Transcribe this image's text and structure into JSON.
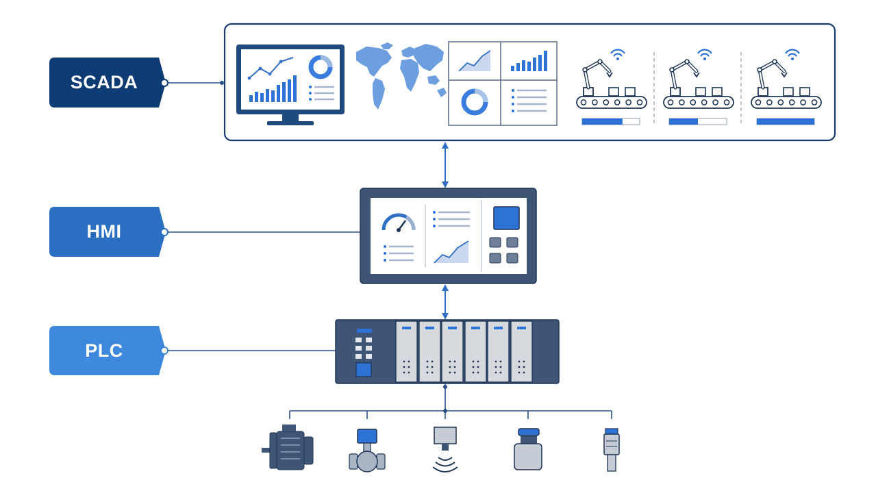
{
  "labels": {
    "scada": "SCADA",
    "hmi": "HMI",
    "plc": "PLC"
  },
  "colors": {
    "scada": "#0d3b73",
    "hmi": "#2b6fc2",
    "plc": "#3d87dd",
    "line": "#2a4f86",
    "arrow": "#2f6fc5",
    "device_dark": "#3f5576",
    "device_light": "#a8b3c4",
    "accent": "#2f72d6",
    "module_light": "#d6d9de"
  },
  "scada_panel": {
    "robot_progress": [
      0.7,
      0.5,
      1.0
    ]
  },
  "field_devices": [
    {
      "icon": "motor-icon"
    },
    {
      "icon": "valve-icon"
    },
    {
      "icon": "proximity-sensor-icon"
    },
    {
      "icon": "push-button-icon"
    },
    {
      "icon": "cylindrical-sensor-icon"
    }
  ]
}
